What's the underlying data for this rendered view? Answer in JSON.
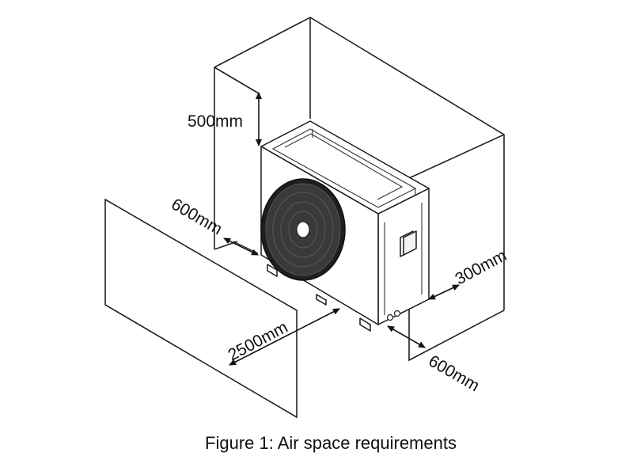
{
  "diagram": {
    "labels": {
      "top_clearance": "500mm",
      "left_clearance": "600mm",
      "back_clearance": "300mm",
      "right_clearance": "600mm",
      "front_clearance": "2500mm"
    },
    "caption": "Figure 1: Air space requirements"
  }
}
